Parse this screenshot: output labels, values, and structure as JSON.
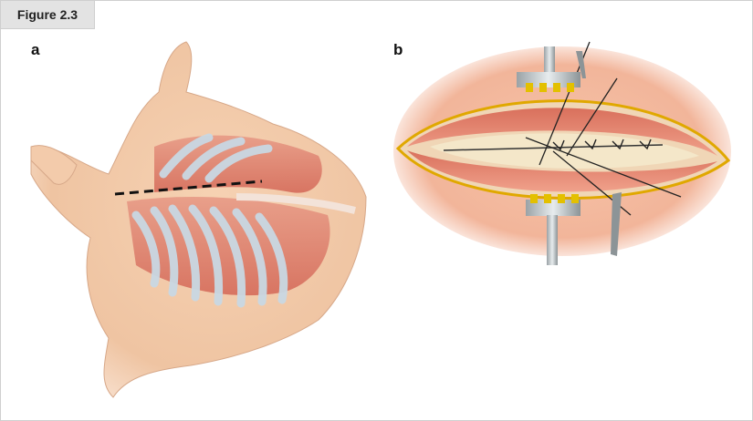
{
  "figure": {
    "title": "Figure 2.3",
    "panels": [
      {
        "label": "a"
      },
      {
        "label": "b"
      }
    ]
  }
}
